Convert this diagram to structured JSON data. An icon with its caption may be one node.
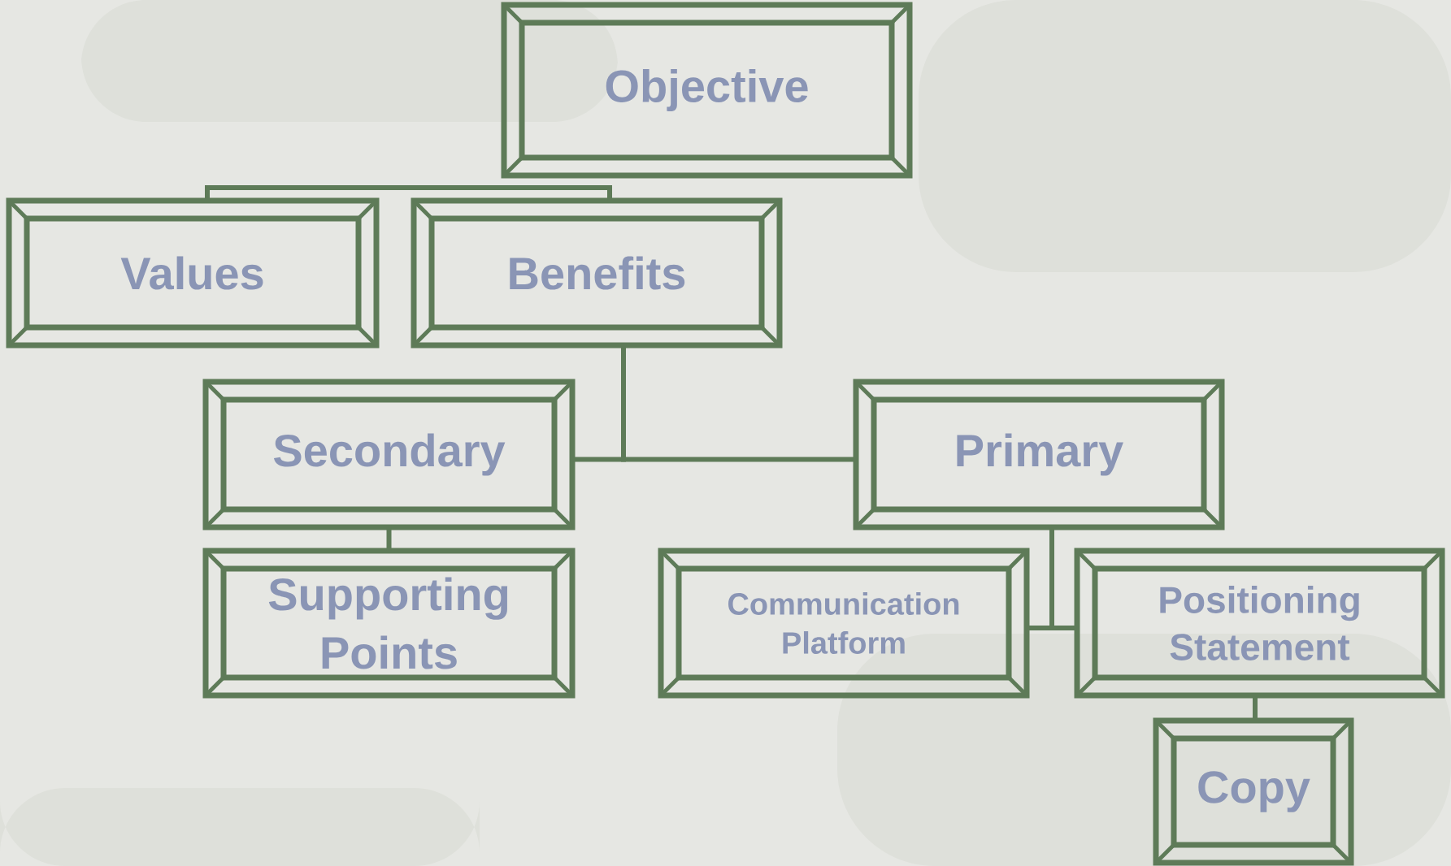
{
  "diagram": {
    "nodes": [
      {
        "text": [
          "Objective"
        ]
      },
      {
        "text": [
          "Values"
        ]
      },
      {
        "text": [
          "Benefits"
        ]
      },
      {
        "text": [
          "Secondary"
        ]
      },
      {
        "text": [
          "Primary"
        ]
      },
      {
        "text": [
          "Supporting Points"
        ]
      },
      {
        "text": [
          "Communication Platform"
        ]
      },
      {
        "text": [
          "Positioning Statement"
        ]
      },
      {
        "text": [
          "Copy"
        ]
      }
    ],
    "edges": [
      {
        "from": 1,
        "to": 2,
        "arrow": "none"
      },
      {
        "from": 2,
        "to": 3,
        "arrow": "none"
      },
      {
        "from": 2,
        "to": 4,
        "arrow": "none"
      },
      {
        "from": 3,
        "to": 5,
        "arrow": "none"
      },
      {
        "from": 4,
        "to": 6,
        "arrow": "none"
      },
      {
        "from": 4,
        "to": 7,
        "arrow": "none"
      },
      {
        "from": 7,
        "to": 8,
        "arrow": "none"
      }
    ]
  }
}
